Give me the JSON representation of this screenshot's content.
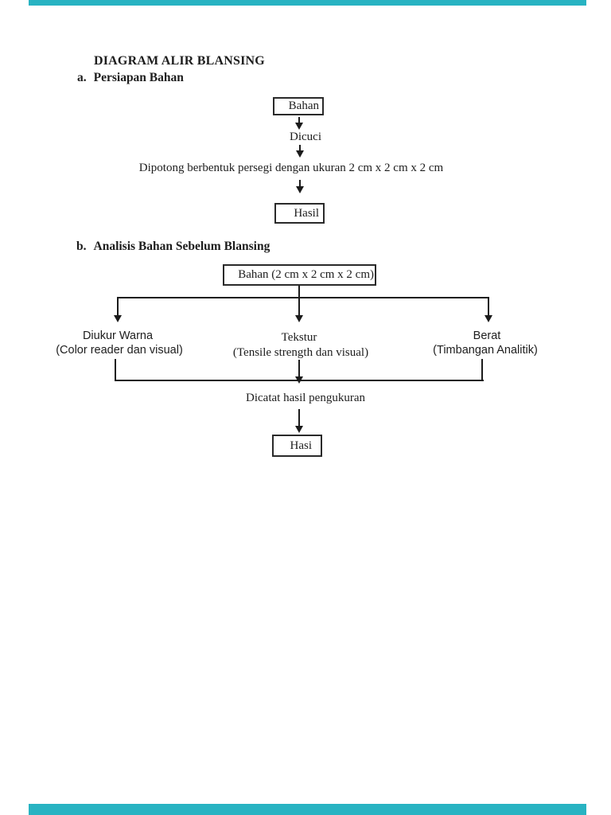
{
  "document": {
    "title": "DIAGRAM ALIR BLANSING",
    "sections": {
      "a": {
        "label": "a.",
        "heading": "Persiapan Bahan"
      },
      "b": {
        "label": "b.",
        "heading": "Analisis Bahan Sebelum Blansing"
      }
    }
  },
  "flow_a": {
    "start_box": "Bahan",
    "steps": [
      "Dicuci",
      "Dipotong berbentuk persegi dengan ukuran 2 cm x 2 cm x 2 cm"
    ],
    "end_box": "Hasil"
  },
  "flow_b": {
    "start_box": "Bahan (2 cm x 2 cm x 2 cm)",
    "branches": [
      {
        "title": "Diukur Warna",
        "subtitle": "(Color reader dan visual)"
      },
      {
        "title": "Tekstur",
        "subtitle": "(Tensile strength dan visual)"
      },
      {
        "title": "Berat",
        "subtitle": "(Timbangan Analitik)"
      }
    ],
    "merge_step": "Dicatat hasil pengukuran",
    "end_box": "Hasi"
  },
  "colors": {
    "page_background": "#ffffff",
    "ink": "#1b1b1b",
    "accent_teal": "#28b3c2"
  }
}
